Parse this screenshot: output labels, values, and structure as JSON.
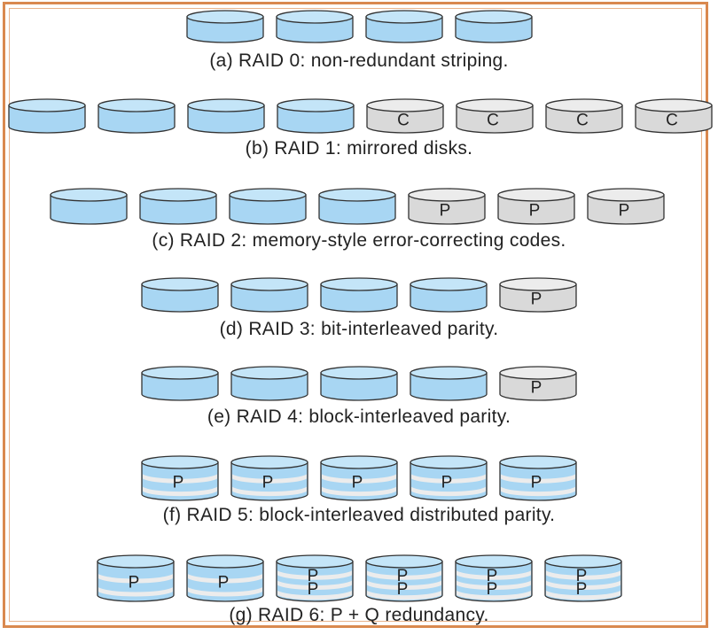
{
  "colors": {
    "data_fill": "#a8d6f3",
    "data_top": "#c4e5f8",
    "data_shade": "#7dbfe8",
    "copy_fill": "#d9d9d9",
    "copy_top": "#ececec",
    "stroke": "#333333",
    "stripe": "#ececec",
    "frame": "#d9894f"
  },
  "levels": [
    {
      "caption": "(a) RAID 0: non-redundant striping.",
      "disks": [
        {
          "kind": "data",
          "labels": []
        },
        {
          "kind": "data",
          "labels": []
        },
        {
          "kind": "data",
          "labels": []
        },
        {
          "kind": "data",
          "labels": []
        }
      ]
    },
    {
      "caption": "(b) RAID 1: mirrored disks.",
      "disks": [
        {
          "kind": "data",
          "labels": []
        },
        {
          "kind": "data",
          "labels": []
        },
        {
          "kind": "data",
          "labels": []
        },
        {
          "kind": "data",
          "labels": []
        },
        {
          "kind": "copy",
          "labels": [
            "C"
          ]
        },
        {
          "kind": "copy",
          "labels": [
            "C"
          ]
        },
        {
          "kind": "copy",
          "labels": [
            "C"
          ]
        },
        {
          "kind": "copy",
          "labels": [
            "C"
          ]
        }
      ]
    },
    {
      "caption": "(c) RAID 2: memory-style error-correcting codes.",
      "disks": [
        {
          "kind": "data",
          "labels": []
        },
        {
          "kind": "data",
          "labels": []
        },
        {
          "kind": "data",
          "labels": []
        },
        {
          "kind": "data",
          "labels": []
        },
        {
          "kind": "copy",
          "labels": [
            "P"
          ]
        },
        {
          "kind": "copy",
          "labels": [
            "P"
          ]
        },
        {
          "kind": "copy",
          "labels": [
            "P"
          ]
        }
      ]
    },
    {
      "caption": "(d) RAID 3: bit-interleaved parity.",
      "disks": [
        {
          "kind": "data",
          "labels": []
        },
        {
          "kind": "data",
          "labels": []
        },
        {
          "kind": "data",
          "labels": []
        },
        {
          "kind": "data",
          "labels": []
        },
        {
          "kind": "copy",
          "labels": [
            "P"
          ]
        }
      ]
    },
    {
      "caption": "(e) RAID 4: block-interleaved parity.",
      "disks": [
        {
          "kind": "data",
          "labels": []
        },
        {
          "kind": "data",
          "labels": []
        },
        {
          "kind": "data",
          "labels": []
        },
        {
          "kind": "data",
          "labels": []
        },
        {
          "kind": "copy",
          "labels": [
            "P"
          ]
        }
      ]
    },
    {
      "caption": "(f) RAID 5: block-interleaved distributed parity.",
      "disks": [
        {
          "kind": "striped",
          "labels": [
            "P"
          ]
        },
        {
          "kind": "striped",
          "labels": [
            "P"
          ]
        },
        {
          "kind": "striped",
          "labels": [
            "P"
          ]
        },
        {
          "kind": "striped",
          "labels": [
            "P"
          ]
        },
        {
          "kind": "striped",
          "labels": [
            "P"
          ]
        }
      ]
    },
    {
      "caption": "(g) RAID 6: P + Q redundancy.",
      "disks": [
        {
          "kind": "striped",
          "labels": [
            "P"
          ]
        },
        {
          "kind": "striped",
          "labels": [
            "P"
          ]
        },
        {
          "kind": "striped",
          "labels": [
            "P",
            "P"
          ]
        },
        {
          "kind": "striped",
          "labels": [
            "P",
            "P"
          ]
        },
        {
          "kind": "striped",
          "labels": [
            "P",
            "P"
          ]
        },
        {
          "kind": "striped",
          "labels": [
            "P",
            "P"
          ]
        }
      ]
    }
  ]
}
